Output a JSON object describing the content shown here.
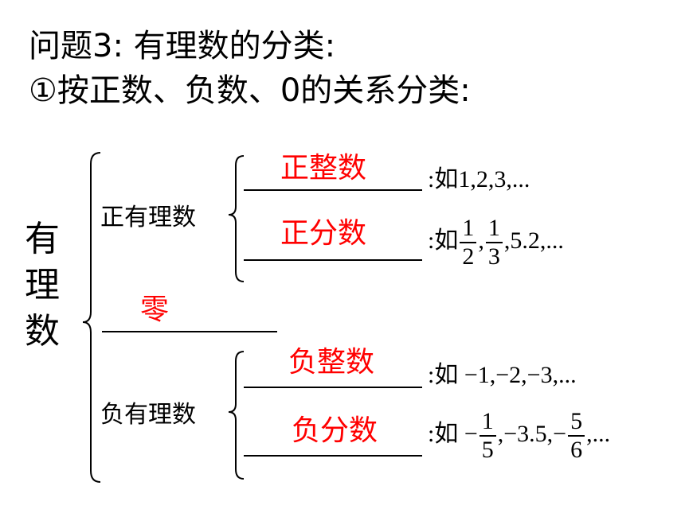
{
  "title_line1": "问题3: 有理数的分类:",
  "title_line2": "①按正数、负数、0的关系分类:",
  "root_chars": [
    "有",
    "理",
    "数"
  ],
  "branches": {
    "positive": {
      "label": "正有理数",
      "integer": {
        "answer": "正整数",
        "example": ":如1,2,3,..."
      },
      "fraction": {
        "answer": "正分数",
        "prefix": ":如",
        "f1_num": "1",
        "f1_den": "2",
        "sep1": ",",
        "f2_num": "1",
        "f2_den": "3",
        "tail": ",5.2,..."
      }
    },
    "zero": {
      "answer": "零"
    },
    "negative": {
      "label": "负有理数",
      "integer": {
        "answer": "负整数",
        "example": ":如 −1,−2,−3,..."
      },
      "fraction": {
        "answer": "负分数",
        "prefix": ":如 −",
        "f1_num": "1",
        "f1_den": "5",
        "mid": ",−3.5,−",
        "f2_num": "5",
        "f2_den": "6",
        "tail": ",..."
      }
    }
  }
}
